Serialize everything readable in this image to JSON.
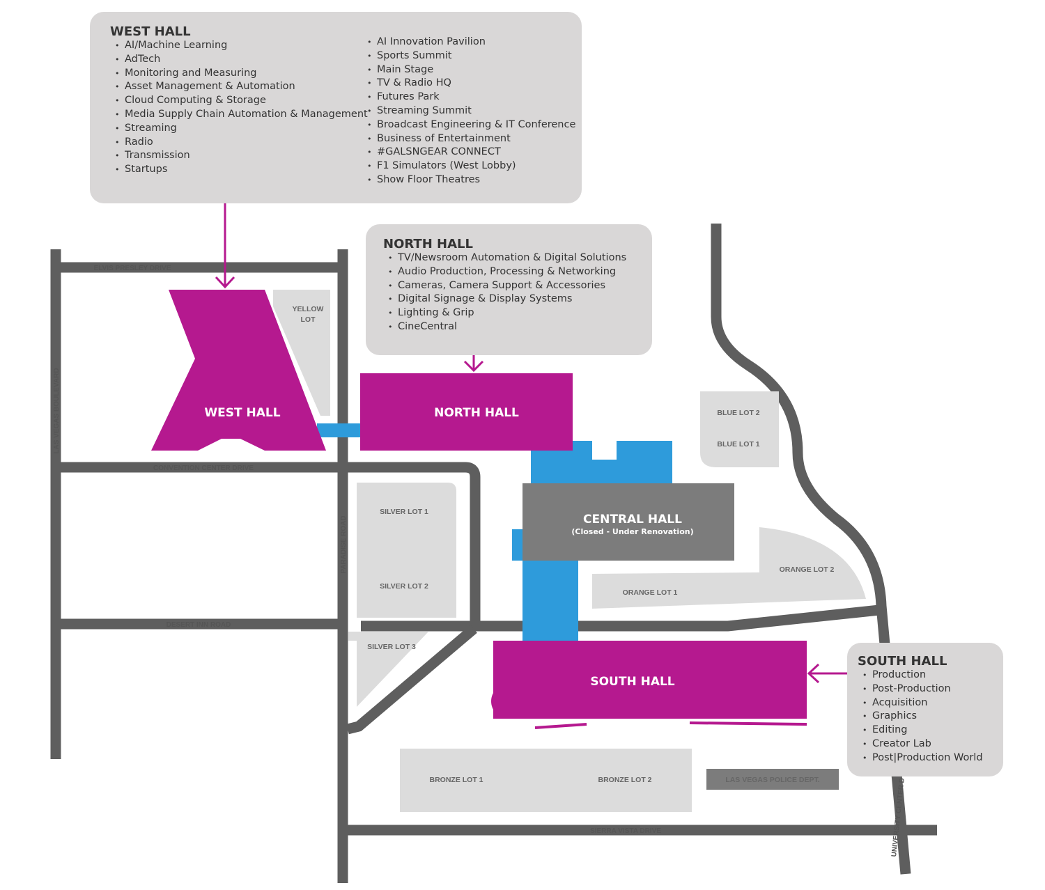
{
  "colors": {
    "hall": "#b5198f",
    "connector": "#2e9bdb",
    "road": "#5e5e5e",
    "lot": "#dcdcdc",
    "central": "#7c7c7c",
    "box": "#d9d7d7",
    "arrow": "#b5198f"
  },
  "west_hall_box": {
    "title": "WEST HALL",
    "col1": [
      "AI/Machine Learning",
      "AdTech",
      "Monitoring and Measuring",
      "Asset Management & Automation",
      "Cloud Computing & Storage",
      "Media Supply Chain Automation & Management",
      "Streaming",
      "Radio",
      "Transmission",
      "Startups"
    ],
    "col2": [
      "AI Innovation Pavilion",
      "Sports Summit",
      "Main Stage",
      "TV & Radio HQ",
      "Futures Park",
      "Streaming Summit",
      "Broadcast Engineering & IT Conference",
      "Business of Entertainment",
      "#GALSNGEAR CONNECT",
      "F1 Simulators (West Lobby)",
      "Show Floor Theatres"
    ]
  },
  "north_hall_box": {
    "title": "NORTH HALL",
    "items": [
      "TV/Newsroom Automation & Digital Solutions",
      "Audio Production, Processing & Networking",
      "Cameras, Camera Support & Accessories",
      "Digital Signage & Display Systems",
      "Lighting & Grip",
      "CineCentral"
    ]
  },
  "south_hall_box": {
    "title": "SOUTH HALL",
    "items": [
      "Production",
      "Post-Production",
      "Acquisition",
      "Graphics",
      "Editing",
      "Creator Lab",
      "Post|Production World"
    ]
  },
  "halls": {
    "west": "WEST HALL",
    "north": "NORTH HALL",
    "central": "CENTRAL HALL",
    "central_note": "(Closed - Under Renovation)",
    "south": "SOUTH HALL"
  },
  "roads": {
    "elvis_presley": "ELVIS PRESLEY DRIVE",
    "convention_center": "CONVENTION CENTER DRIVE",
    "desert_inn": "DESERT INN ROAD",
    "sierra_vista": "SIERRA VISTA DRIVE",
    "las_vegas_blvd": "LAS VEGAS BOULEVARD",
    "paradise": "PARADISE ROAD",
    "university_center": "UNIVERSITY CENTER D"
  },
  "lots": {
    "yellow_1": "YELLOW",
    "yellow_2": "LOT",
    "blue_2": "BLUE LOT 2",
    "blue_1": "BLUE LOT 1",
    "silver_1": "SILVER LOT 1",
    "silver_2": "SILVER LOT 2",
    "silver_3": "SILVER LOT 3",
    "orange_1": "ORANGE LOT 1",
    "orange_2": "ORANGE LOT 2",
    "bronze_1": "BRONZE LOT 1",
    "bronze_2": "BRONZE LOT 2",
    "police": "LAS VEGAS POLICE DEPT."
  }
}
